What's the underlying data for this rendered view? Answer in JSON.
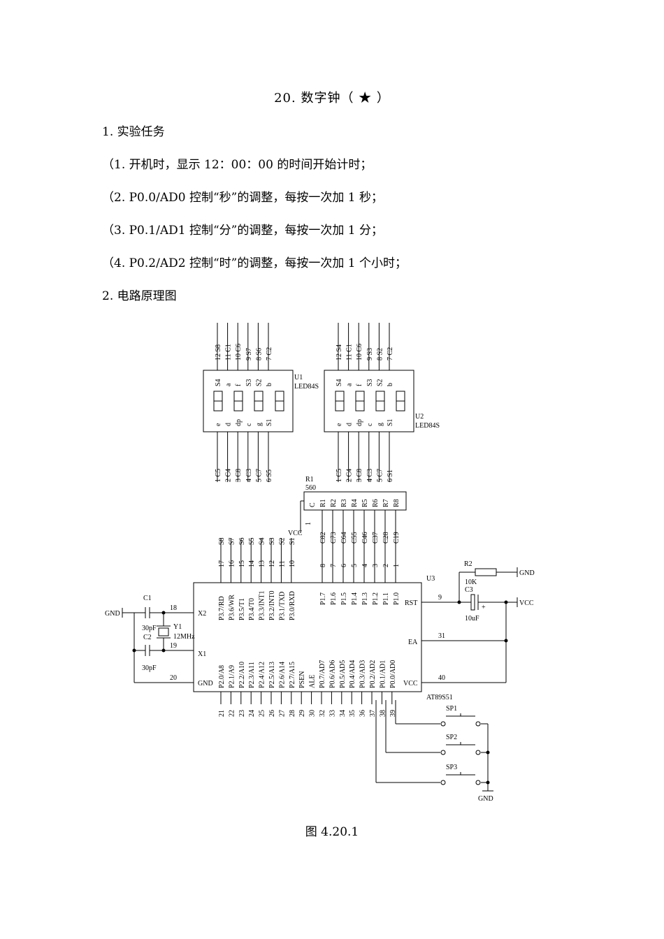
{
  "title": "20.  数字钟（ ★ ）",
  "section1": "1.  实验任务",
  "tasks": [
    "（1.  开机时，显示 12：00：00 的时间开始计时；",
    "（2.  P0.0/AD0 控制“秒”的调整，每按一次加 1 秒；",
    "（3.  P0.1/AD1 控制“分”的调整，每按一次加 1 分；",
    "（4.  P0.2/AD2 控制“时”的调整，每按一次加 1 个小时；"
  ],
  "section2": "2.  电路原理图",
  "caption": "图 4.20.1",
  "schematic": {
    "u1": {
      "ref": "U1",
      "part": "LED84S",
      "top_pins": [
        "12 S8",
        "11 C1",
        "10 C6",
        "9 S7",
        "8 S6",
        "7 C2"
      ],
      "top_segs": [
        "S4",
        "a",
        "f",
        "S3",
        "S2",
        "b"
      ],
      "bot_segs": [
        "e",
        "d",
        "dp",
        "c",
        "g",
        "S1"
      ],
      "bot_pins": [
        "1 C5",
        "2 C4",
        "3 C8",
        "4 C3",
        "5 C7",
        "6 S5"
      ]
    },
    "u2": {
      "ref": "U2",
      "part": "LED84S",
      "top_pins": [
        "12 S4",
        "11 C1",
        "10 C6",
        "9 S3",
        "8 S2",
        "7 C2"
      ],
      "top_segs": [
        "S4",
        "a",
        "f",
        "S3",
        "S2",
        "b"
      ],
      "bot_segs": [
        "e",
        "d",
        "dp",
        "c",
        "g",
        "S1"
      ],
      "bot_pins": [
        "1 C5",
        "2 C4",
        "3 C8",
        "4 C3",
        "5 C7",
        "6 S1"
      ]
    },
    "r1": {
      "ref": "R1",
      "value": "560",
      "labels": [
        "C",
        "R1",
        "R2",
        "R3",
        "R4",
        "R5",
        "R6",
        "R7",
        "R8"
      ],
      "nets": [
        "C82",
        "C73",
        "C64",
        "C55",
        "C46",
        "C37",
        "C28",
        "C19"
      ],
      "pin1": "1",
      "vcc": "VCC"
    },
    "u3": {
      "ref": "U3",
      "part": "AT89S51",
      "p3_nets": [
        "S8",
        "S7",
        "S6",
        "S5",
        "S4",
        "S3",
        "S2",
        "S1"
      ],
      "p3_nums": [
        "17",
        "16",
        "15",
        "14",
        "13",
        "12",
        "11",
        "10"
      ],
      "p3_names": [
        "P3.7/RD",
        "P3.6/WR",
        "P3.5/T1",
        "P3.4/T0",
        "P3.3/INT1",
        "P3.2/INT0",
        "P3.1/TXD",
        "P3.0/RXD"
      ],
      "p1_nums": [
        "8",
        "7",
        "6",
        "5",
        "4",
        "3",
        "2",
        "1"
      ],
      "p1_names": [
        "P1.7",
        "P1.6",
        "P1.5",
        "P1.4",
        "P1.3",
        "P1.2",
        "P1.1",
        "P1.0"
      ],
      "bottom_names": [
        "P2.0/A8",
        "P2.1/A9",
        "P2.2/A10",
        "P2.3/A11",
        "P2.4/A12",
        "P2.5/A13",
        "P2.6/A14",
        "P2.7/A15",
        "PSEN",
        "ALE",
        "P0.7/AD7",
        "P0.6/AD6",
        "P0.5/AD5",
        "P0.4/AD4",
        "P0.3/AD3",
        "P0.2/AD2",
        "P0.1/AD1",
        "P0.0/AD0"
      ],
      "bottom_nums": [
        "21",
        "22",
        "23",
        "24",
        "25",
        "26",
        "27",
        "28",
        "29",
        "30",
        "32",
        "33",
        "34",
        "35",
        "36",
        "37",
        "38",
        "39"
      ],
      "x2": "X2",
      "x1": "X1",
      "gnd_pin": "GND",
      "rst": "RST",
      "ea": "EA",
      "vcc_pin": "VCC",
      "pin18": "18",
      "pin19": "19",
      "pin20": "20",
      "pin9": "9",
      "pin31": "31",
      "pin40": "40"
    },
    "c1": {
      "ref": "C1",
      "value": "30pF"
    },
    "c2": {
      "ref": "C2",
      "value": "30pF"
    },
    "y1": {
      "ref": "Y1",
      "value": "12MHz"
    },
    "r2": {
      "ref": "R2",
      "value": "10K"
    },
    "c3": {
      "ref": "C3",
      "value": "10uF",
      "plus": "+"
    },
    "switches": [
      "SP1",
      "SP2",
      "SP3"
    ],
    "gnd": "GND",
    "vcc": "VCC"
  }
}
